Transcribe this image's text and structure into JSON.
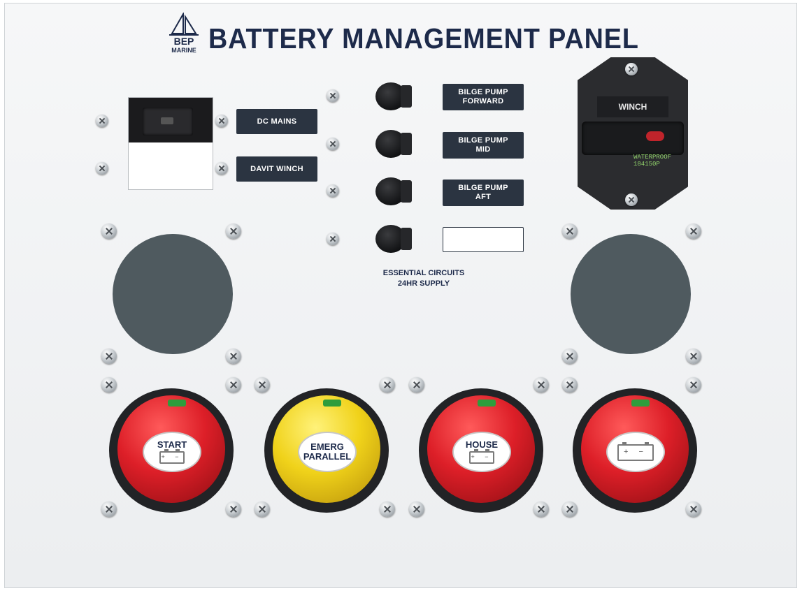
{
  "panel": {
    "title": "BATTERY MANAGEMENT PANEL",
    "logo": {
      "line1": "BEP",
      "line2": "MARINE"
    }
  },
  "switch_labels": {
    "dc_mains": "DC MAINS",
    "davit_winch": "DAVIT WINCH"
  },
  "fuses": [
    {
      "line1": "BILGE PUMP",
      "line2": "FORWARD"
    },
    {
      "line1": "BILGE PUMP",
      "line2": "MID"
    },
    {
      "line1": "BILGE PUMP",
      "line2": "AFT"
    },
    {
      "line1": "",
      "line2": ""
    }
  ],
  "essential_note": {
    "line1": "ESSENTIAL CIRCUITS",
    "line2": "24HR SUPPLY"
  },
  "breaker": {
    "label": "WINCH",
    "stamp1": "WATERPROOF",
    "stamp2": "184150P"
  },
  "knobs": [
    {
      "line1": "START",
      "line2": "",
      "color": "red",
      "icon": "battery-icon",
      "ok": "OK"
    },
    {
      "line1": "EMERG",
      "line2": "PARALLEL",
      "color": "yellow",
      "icon": "",
      "ok": "OK"
    },
    {
      "line1": "HOUSE",
      "line2": "",
      "color": "red",
      "icon": "battery-icon",
      "ok": "OK"
    },
    {
      "line1": "",
      "line2": "",
      "color": "red",
      "icon": "battery-icon",
      "ok": "OK"
    }
  ],
  "battery_glyph": "+ −",
  "colors": {
    "label_bg": "#2b3441",
    "title": "#1d2a4a",
    "knob_red": "#dd1f28",
    "knob_yellow": "#f0d21a",
    "indicator_green": "#2e9d3c"
  }
}
